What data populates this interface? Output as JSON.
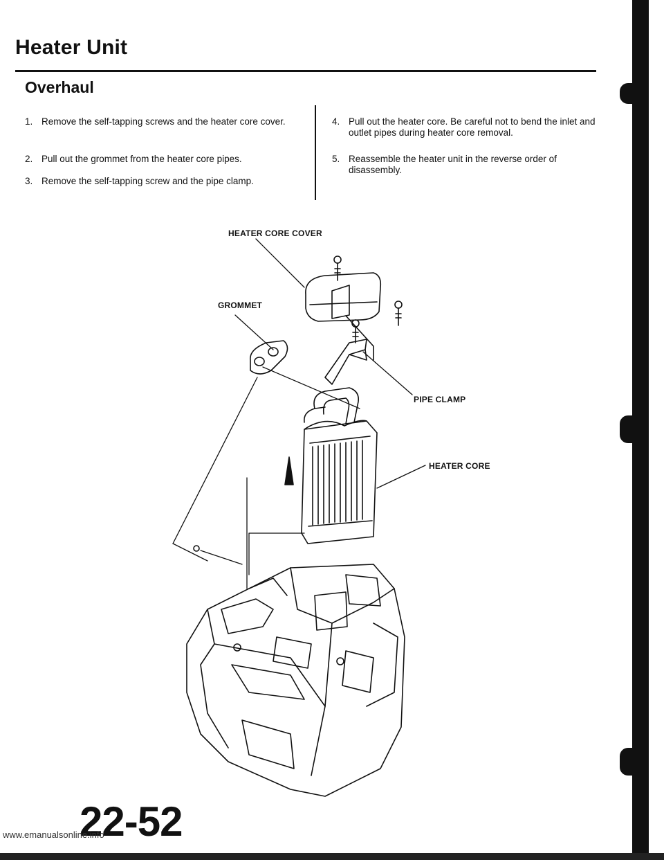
{
  "header": {
    "title": "Heater Unit",
    "section": "Overhaul"
  },
  "steps": [
    {
      "num": "1.",
      "text": "Remove the self-tapping screws and the heater core cover."
    },
    {
      "num": "2.",
      "text": "Pull out the grommet from the heater core pipes."
    },
    {
      "num": "3.",
      "text": "Remove the self-tapping screw and the pipe clamp."
    },
    {
      "num": "4.",
      "text": "Pull out the heater core. Be careful not to bend the inlet and outlet pipes during heater core removal."
    },
    {
      "num": "5.",
      "text": "Reassemble the heater unit in the reverse order of disassembly."
    }
  ],
  "callouts": {
    "heater_core_cover": "HEATER CORE COVER",
    "grommet": "GROMMET",
    "pipe_clamp": "PIPE CLAMP",
    "heater_core": "HEATER CORE"
  },
  "footer": {
    "page_number": "22-52",
    "url": "www.emanualsonline.info"
  },
  "colors": {
    "ink": "#111111",
    "background": "#ffffff"
  }
}
